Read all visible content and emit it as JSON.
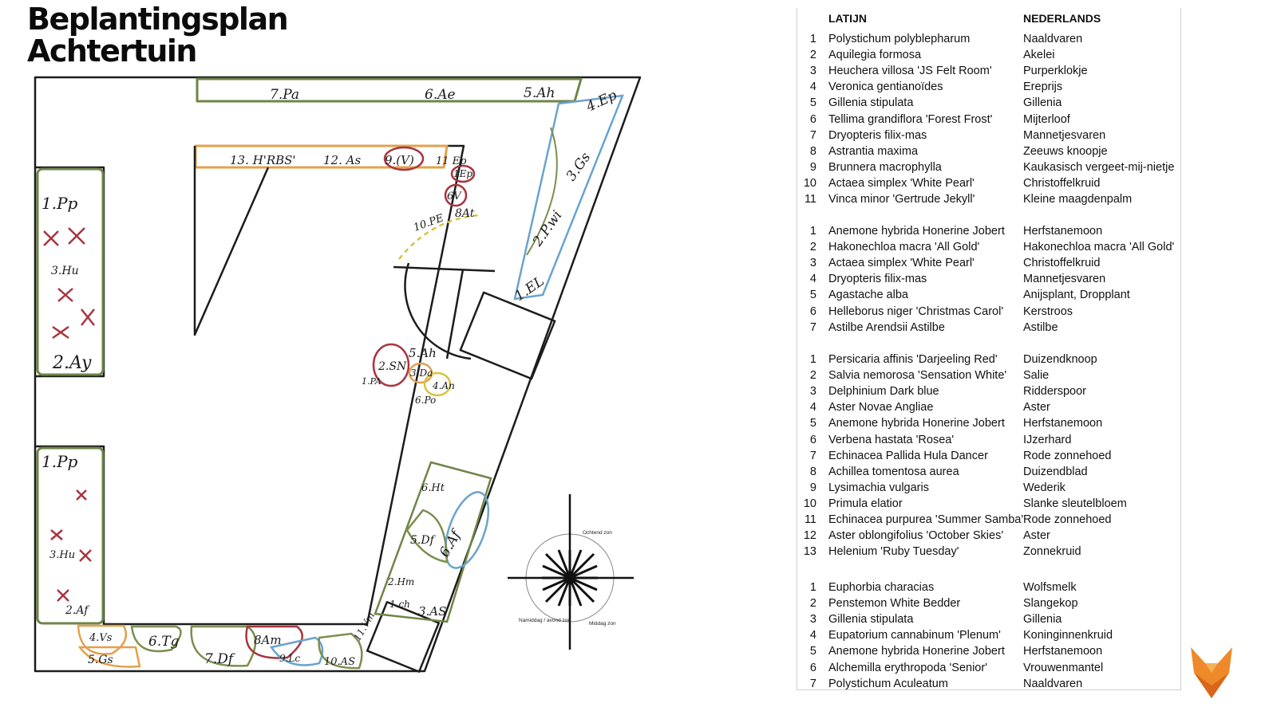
{
  "title": {
    "line1": "Beplantingsplan",
    "line2": "Achtertuin"
  },
  "table": {
    "header_latin": "LATIJN",
    "header_dutch": "NEDERLANDS",
    "groups": [
      {
        "rows": [
          {
            "n": "1",
            "latin": "Polystichum polyblepharum",
            "dutch": "Naaldvaren"
          },
          {
            "n": "2",
            "latin": "Aquilegia formosa",
            "dutch": "Akelei"
          },
          {
            "n": "3",
            "latin": "Heuchera villosa 'JS Felt Room'",
            "dutch": "Purperklokje"
          },
          {
            "n": "4",
            "latin": "Veronica gentianoïdes",
            "dutch": "Ereprijs"
          },
          {
            "n": "5",
            "latin": "Gillenia stipulata",
            "dutch": "Gillenia"
          },
          {
            "n": "6",
            "latin": "Tellima grandiflora 'Forest Frost'",
            "dutch": "Mijterloof"
          },
          {
            "n": "7",
            "latin": "Dryopteris filix-mas",
            "dutch": "Mannetjesvaren"
          },
          {
            "n": "8",
            "latin": "Astrantia maxima",
            "dutch": "Zeeuws knoopje"
          },
          {
            "n": "9",
            "latin": "Brunnera macrophylla",
            "dutch": "Kaukasisch vergeet-mij-nietje"
          },
          {
            "n": "10",
            "latin": "Actaea simplex 'White Pearl'",
            "dutch": "Christoffelkruid"
          },
          {
            "n": "11",
            "latin": "Vinca minor 'Gertrude Jekyll'",
            "dutch": "Kleine maagdenpalm"
          }
        ]
      },
      {
        "rows": [
          {
            "n": "1",
            "latin": "Anemone hybrida Honerine Jobert",
            "dutch": "Herfstanemoon"
          },
          {
            "n": "2",
            "latin": "Hakonechloa macra 'All Gold'",
            "dutch": "Hakonechloa macra 'All Gold'"
          },
          {
            "n": "3",
            "latin": "Actaea simplex 'White Pearl'",
            "dutch": "Christoffelkruid"
          },
          {
            "n": "4",
            "latin": "Dryopteris filix-mas",
            "dutch": "Mannetjesvaren"
          },
          {
            "n": "5",
            "latin": "Agastache alba",
            "dutch": "Anijsplant, Dropplant"
          },
          {
            "n": "6",
            "latin": "Helleborus niger 'Christmas Carol'",
            "dutch": "Kerstroos"
          },
          {
            "n": "7",
            "latin": "Astilbe Arendsii Astilbe",
            "dutch": "Astilbe"
          }
        ]
      },
      {
        "rows": [
          {
            "n": "1",
            "latin": "Persicaria affinis 'Darjeeling Red'",
            "dutch": "Duizendknoop"
          },
          {
            "n": "2",
            "latin": "Salvia nemorosa 'Sensation White'",
            "dutch": "Salie"
          },
          {
            "n": "3",
            "latin": "Delphinium Dark blue",
            "dutch": "Ridderspoor"
          },
          {
            "n": "4",
            "latin": "Aster Novae Angliae",
            "dutch": "Aster"
          },
          {
            "n": "5",
            "latin": "Anemone hybrida Honerine Jobert",
            "dutch": "Herfstanemoon"
          },
          {
            "n": "6",
            "latin": "Verbena hastata 'Rosea'",
            "dutch": "IJzerhard"
          },
          {
            "n": "7",
            "latin": "Echinacea Pallida Hula Dancer",
            "dutch": "Rode zonnehoed"
          },
          {
            "n": "8",
            "latin": "Achillea tomentosa aurea",
            "dutch": "Duizendblad"
          },
          {
            "n": "9",
            "latin": "Lysimachia vulgaris",
            "dutch": "Wederik"
          },
          {
            "n": "10",
            "latin": "Primula elatior",
            "dutch": "Slanke sleutelbloem"
          },
          {
            "n": "11",
            "latin": "Echinacea purpurea 'Summer Samba'",
            "dutch": "Rode zonnehoed"
          },
          {
            "n": "12",
            "latin": "Aster oblongifolius 'October Skies'",
            "dutch": "Aster"
          },
          {
            "n": "13",
            "latin": "Helenium 'Ruby Tuesday'",
            "dutch": "Zonnekruid"
          }
        ]
      },
      {
        "rows": [
          {
            "n": "1",
            "latin": "Euphorbia characias",
            "dutch": "Wolfsmelk"
          },
          {
            "n": "2",
            "latin": "Penstemon White Bedder",
            "dutch": "Slangekop"
          },
          {
            "n": "3",
            "latin": "Gillenia stipulata",
            "dutch": "Gillenia"
          },
          {
            "n": "4",
            "latin": "Eupatorium cannabinum 'Plenum'",
            "dutch": "Koninginnenkruid"
          },
          {
            "n": "5",
            "latin": "Anemone hybrida Honerine Jobert",
            "dutch": "Herfstanemoon"
          },
          {
            "n": "6",
            "latin": "Alchemilla erythropoda 'Senior'",
            "dutch": "Vrouwenmantel"
          },
          {
            "n": "7",
            "latin": "Polystichum Aculeatum",
            "dutch": "Naaldvaren"
          }
        ]
      }
    ]
  },
  "plan_labels": {
    "top_7pa": "7.Pa",
    "top_6ae": "6.Ae",
    "top_5ah": "5.Ah",
    "top_4ep": "4.Ep",
    "r2_13": "13. H'RBS'",
    "r2_12": "12. As",
    "r2_9": "9.(V)",
    "r2_11": "11 Ep",
    "c_1ep": "1Ep",
    "c_6v": "6V",
    "c_8at": "8At",
    "c_10pe": "10.PE",
    "d_3gs": "3.Gs",
    "d_2pw": "2.P.wi",
    "d_1el": "1.EL",
    "m_5ah": "5.Ah",
    "m_2sn": "2.SN",
    "m_3da": "3.Da",
    "m_4an": "4.An",
    "m_1pa": "1.PA",
    "m_6po": "6.Po",
    "l_1pp": "1.Pp",
    "l_3hu": "3.Hu",
    "l_2ay": "2.Ay",
    "ll_1pp": "1.Pp",
    "ll_3hu": "3.Hu",
    "ll_2af": "2.Af",
    "b_4vs": "4.Vs",
    "b_5gs": "5.Gs",
    "b_6tg": "6.Tg",
    "b_7df": "7.Df",
    "b_8am": "8Am",
    "b_9lc": "9.Lc",
    "b_10as": "10.AS",
    "b_11vm": "11.Vm",
    "s_6ht": "6.Ht",
    "s_5df": "5.Df",
    "s_6af": "6.Af",
    "s_2hm": "2.Hm",
    "s_1ch": "1.ch",
    "s_3as": "3.AS"
  },
  "compass": {
    "top_label": "Ochtend zon",
    "left_label": "Namiddag / avond zon",
    "right_label": "Middag zon"
  },
  "colors": {
    "green": "#7a8f4e",
    "orange": "#e8a04f",
    "red": "#a8353f",
    "blue": "#6aa3cf",
    "yellow": "#e7cf4a"
  }
}
